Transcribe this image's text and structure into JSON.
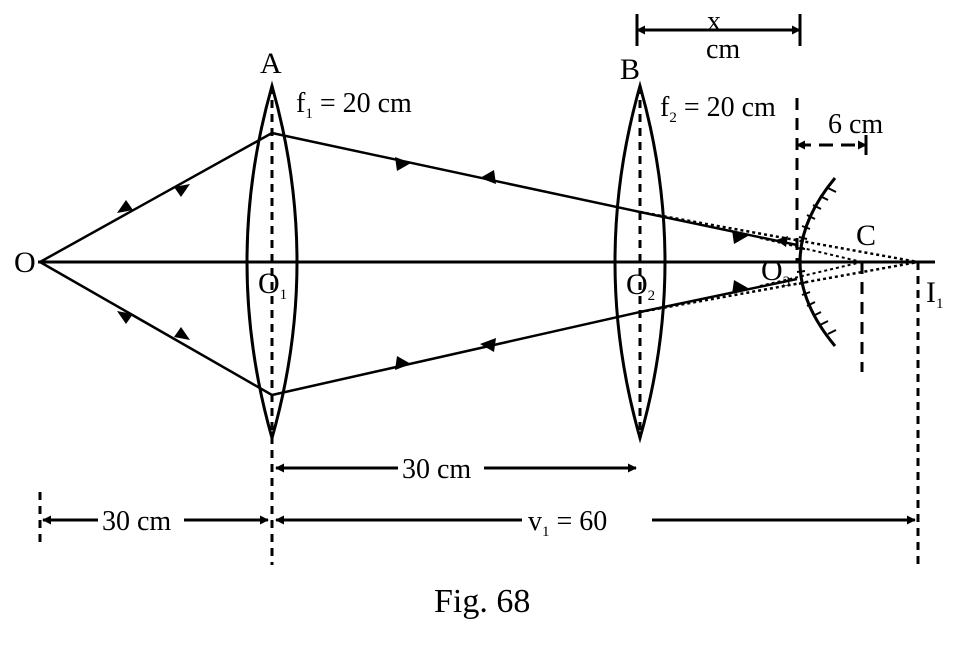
{
  "points": {
    "object": "O",
    "lens_a": "A",
    "lens_b": "B",
    "center_1": "O",
    "center_1_sub": "1",
    "center_2": "O",
    "center_2_sub": "2",
    "center_3": "O",
    "center_3_sub": "3",
    "mirror_center": "C",
    "image": "I",
    "image_sub": "1"
  },
  "labels": {
    "f1": "f",
    "f1_sub": "1",
    "f1_value": " = 20 cm",
    "f2": "f",
    "f2_sub": "2",
    "f2_value": " = 20 cm",
    "x": "x",
    "x_unit": "cm",
    "six_cm": "6 cm",
    "gap_30": "30 cm",
    "object_distance": "30 cm",
    "v1": "v",
    "v1_sub": "1",
    "v1_value": " = 60"
  },
  "caption": "Fig. 68"
}
